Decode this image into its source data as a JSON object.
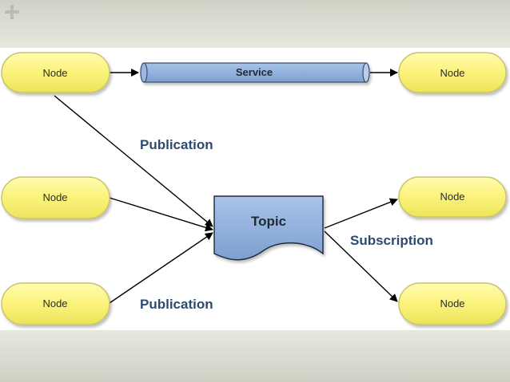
{
  "nodes": {
    "top_left": "Node",
    "top_right": "Node",
    "mid_left": "Node",
    "mid_right": "Node",
    "bottom_left": "Node",
    "bottom_right": "Node"
  },
  "service": {
    "label": "Service"
  },
  "topic": {
    "label": "Topic"
  },
  "labels": {
    "publication_top": "Publication",
    "publication_bottom": "Publication",
    "subscription": "Subscription"
  },
  "colors": {
    "node_fill": "#fbf37a",
    "node_stroke": "#c9c36a",
    "service_fill": "#8fb0dc",
    "topic_fill": "#8fb0dc",
    "label_text": "#2e4a6e"
  }
}
